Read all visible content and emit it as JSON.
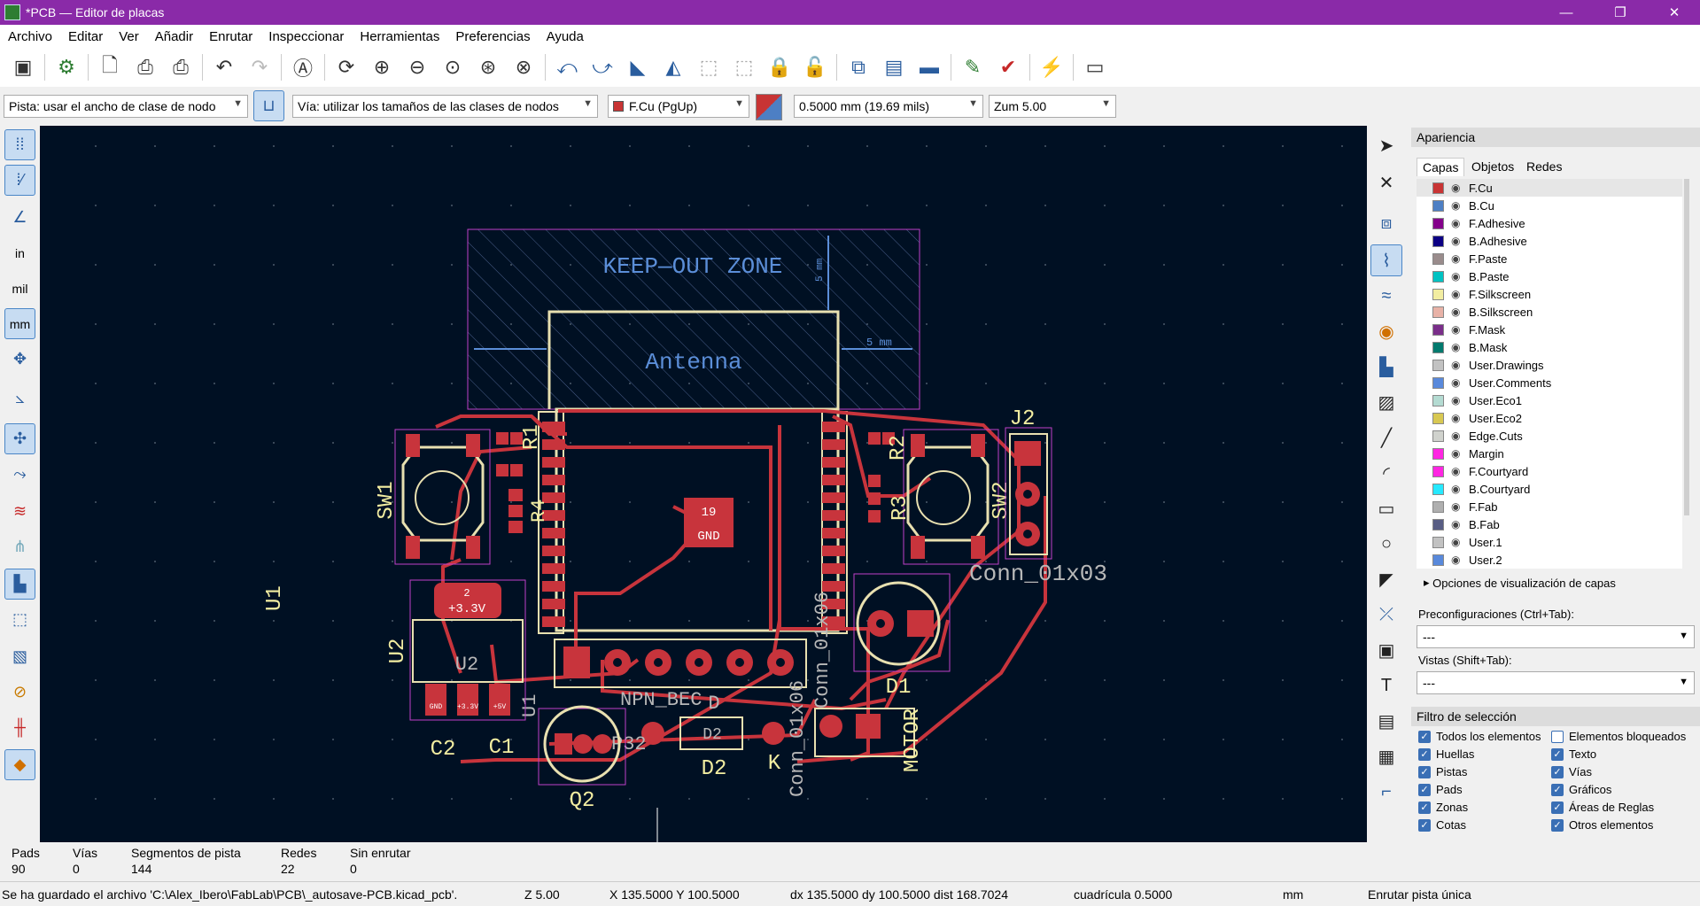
{
  "window": {
    "title": "*PCB — Editor de placas",
    "minimize": "—",
    "maximize": "❐",
    "close": "✕"
  },
  "menu": [
    "Archivo",
    "Editar",
    "Ver",
    "Añadir",
    "Enrutar",
    "Inspeccionar",
    "Herramientas",
    "Preferencias",
    "Ayuda"
  ],
  "options": {
    "track": "Pista: usar el ancho de clase de nodo",
    "via": "Vía: utilizar los tamaños de las clases de nodos",
    "layer": "F.Cu (PgUp)",
    "grid": "0.5000 mm (19.69 mils)",
    "zoom": "Zum 5.00"
  },
  "left_toolbar": {
    "units_in": "in",
    "units_mil": "mil",
    "units_mm": "mm"
  },
  "pcb": {
    "keepout_title": "KEEP—OUT ZONE",
    "antenna": "Antenna",
    "dim_5mm_h": "5 mm",
    "dim_5mm_v": "5 mm",
    "refs": {
      "SW1": "SW1",
      "SW2": "SW2",
      "J2": "J2",
      "U1": "U1",
      "U2": "U2",
      "U2b": "U2",
      "C1": "C1",
      "C2": "C2",
      "Q2": "Q2",
      "D1": "D1",
      "D2": "D2",
      "K": "K",
      "R1": "R1",
      "R2": "R2",
      "R3": "R3",
      "R4": "R4",
      "MOTOR": "MOTOR",
      "conn01x03": "Conn_01x03",
      "conn01x06": "Conn_01x06",
      "conn01x06b": "Conn_01x06",
      "npn": "NPN_BEC",
      "u1val": "U1",
      "d": "D",
      "p32": "P32",
      "d2val": "D2"
    },
    "pads": {
      "pad19": "19",
      "gnd": "GND",
      "u2pin2": "2",
      "v33": "+3.3V",
      "u2v5": "+5V",
      "u2v33": "+3.3V",
      "u2gnd": "GND"
    }
  },
  "appearance": {
    "header": "Apariencia",
    "tabs": [
      "Capas",
      "Objetos",
      "Redes"
    ],
    "layers": [
      {
        "name": "F.Cu",
        "color": "#c83434"
      },
      {
        "name": "B.Cu",
        "color": "#4d7fc4"
      },
      {
        "name": "F.Adhesive",
        "color": "#84008a"
      },
      {
        "name": "B.Adhesive",
        "color": "#0c0084"
      },
      {
        "name": "F.Paste",
        "color": "#9a8c8c"
      },
      {
        "name": "B.Paste",
        "color": "#00c2c2"
      },
      {
        "name": "F.Silkscreen",
        "color": "#f2eda1"
      },
      {
        "name": "B.Silkscreen",
        "color": "#e8b2a7"
      },
      {
        "name": "F.Mask",
        "color": "#7a2e8a"
      },
      {
        "name": "B.Mask",
        "color": "#027a6e"
      },
      {
        "name": "User.Drawings",
        "color": "#c2c2c2"
      },
      {
        "name": "User.Comments",
        "color": "#5989db"
      },
      {
        "name": "User.Eco1",
        "color": "#b4dbd2"
      },
      {
        "name": "User.Eco2",
        "color": "#d8c852"
      },
      {
        "name": "Edge.Cuts",
        "color": "#d0d2cd"
      },
      {
        "name": "Margin",
        "color": "#ff26e2"
      },
      {
        "name": "F.Courtyard",
        "color": "#ff26e2"
      },
      {
        "name": "B.Courtyard",
        "color": "#26e9ff"
      },
      {
        "name": "F.Fab",
        "color": "#afafaf"
      },
      {
        "name": "B.Fab",
        "color": "#585d84"
      },
      {
        "name": "User.1",
        "color": "#c2c2c2"
      },
      {
        "name": "User.2",
        "color": "#5989db"
      }
    ],
    "layer_display_options": "Opciones de visualización de capas",
    "presets_label": "Preconfiguraciones (Ctrl+Tab):",
    "presets_value": "---",
    "views_label": "Vistas (Shift+Tab):",
    "views_value": "---"
  },
  "selection_filter": {
    "header": "Filtro de selección",
    "items": [
      {
        "label": "Todos los elementos",
        "checked": true
      },
      {
        "label": "Elementos bloqueados",
        "checked": false
      },
      {
        "label": "Huellas",
        "checked": true
      },
      {
        "label": "Texto",
        "checked": true
      },
      {
        "label": "Pistas",
        "checked": true
      },
      {
        "label": "Vías",
        "checked": true
      },
      {
        "label": "Pads",
        "checked": true
      },
      {
        "label": "Gráficos",
        "checked": true
      },
      {
        "label": "Zonas",
        "checked": true
      },
      {
        "label": "Áreas de Reglas",
        "checked": true
      },
      {
        "label": "Cotas",
        "checked": true
      },
      {
        "label": "Otros elementos",
        "checked": true
      }
    ]
  },
  "stats": {
    "pads_label": "Pads",
    "pads": "90",
    "vias_label": "Vías",
    "vias": "0",
    "segments_label": "Segmentos de pista",
    "segments": "144",
    "nets_label": "Redes",
    "nets": "22",
    "unrouted_label": "Sin enrutar",
    "unrouted": "0"
  },
  "status": {
    "message": "Se ha guardado el archivo 'C:\\Alex_Ibero\\FabLab\\PCB\\_autosave-PCB.kicad_pcb'.",
    "zoom": "Z 5.00",
    "xy": "X 135.5000  Y 100.5000",
    "dxy": "dx 135.5000  dy 100.5000  dist 168.7024",
    "grid": "cuadrícula 0.5000",
    "units": "mm",
    "mode": "Enrutar pista única"
  }
}
